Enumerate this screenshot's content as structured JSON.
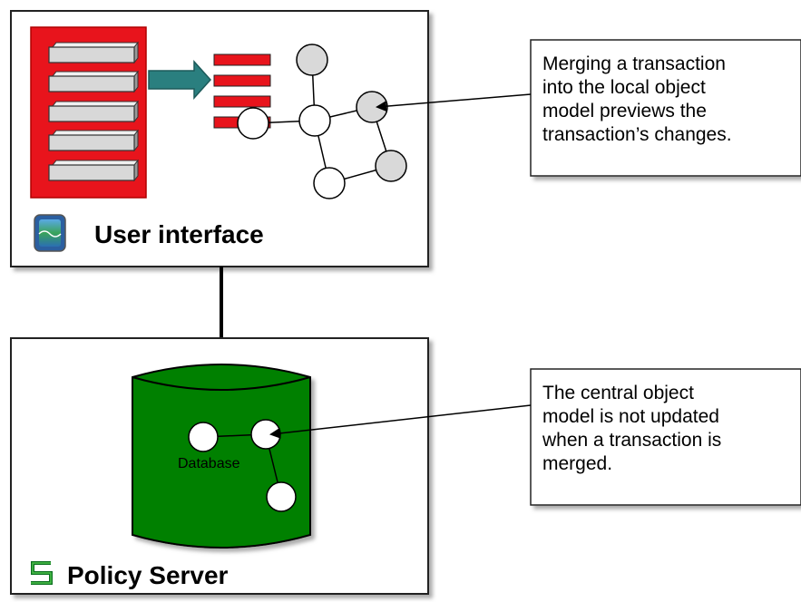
{
  "panels": {
    "ui": {
      "title": "User interface"
    },
    "server": {
      "title": "Policy Server"
    }
  },
  "database": {
    "label": "Database"
  },
  "callouts": {
    "ui": {
      "lines": [
        "Merging a transaction",
        "into the local object",
        "model previews the",
        "transaction’s changes."
      ]
    },
    "server": {
      "lines": [
        "The central object",
        "model is not updated",
        "when a transaction is",
        "merged."
      ]
    }
  },
  "colors": {
    "list_panel": "#e8141c",
    "arrow": "#2a7f7f",
    "database": "#008000",
    "node_changed": "#d9d9d9",
    "node_plain": "#ffffff"
  },
  "icons": {
    "ui": "user-interface-app-icon",
    "server": "policy-server-logo-icon"
  }
}
